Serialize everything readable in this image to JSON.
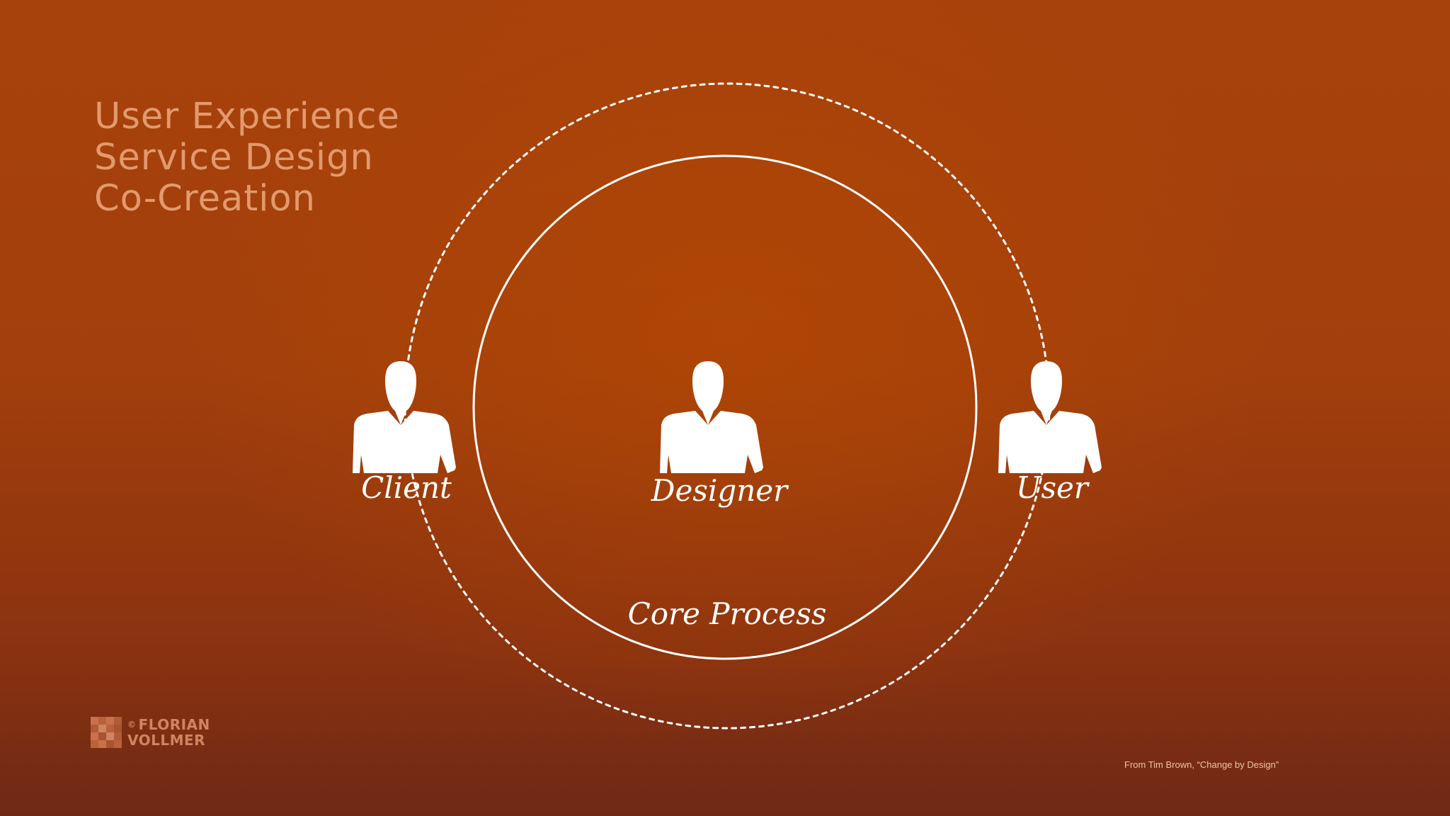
{
  "headline": {
    "lines": [
      "User Experience",
      "Service Design",
      "Co-Creation"
    ]
  },
  "diagram": {
    "roles": {
      "client": "Client",
      "designer": "Designer",
      "user": "User"
    },
    "core_label": "Core Process"
  },
  "branding": {
    "logo_line1": "FLORIAN",
    "logo_line2": "VOLLMER",
    "logo_mark": "©"
  },
  "credit": "From Tim Brown, “Change by Design”",
  "colors": {
    "background": "#a8420c",
    "headline": "#e29a6c",
    "lines": "#ffffff",
    "logo": "#d28460"
  }
}
